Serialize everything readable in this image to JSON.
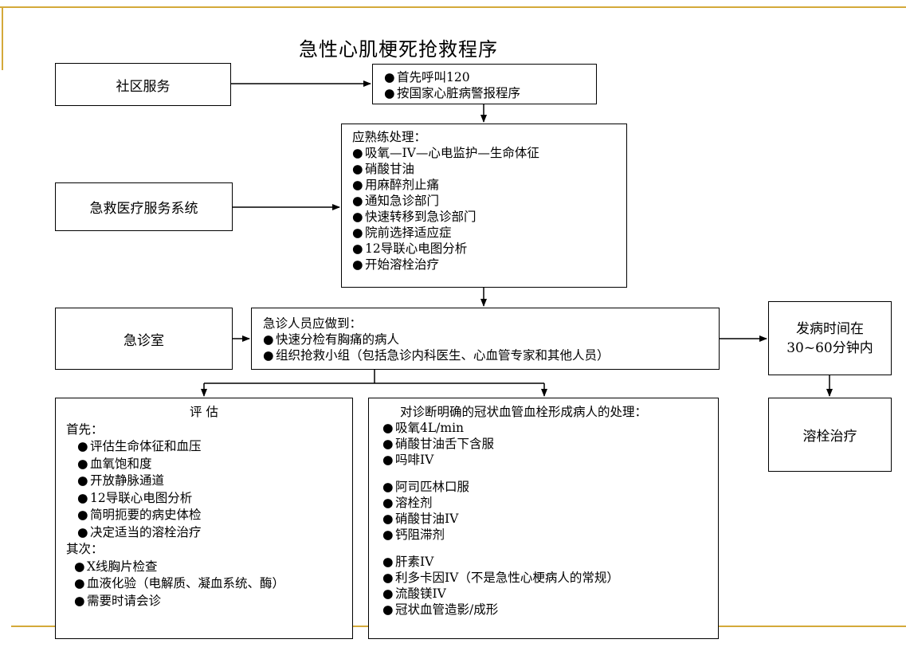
{
  "title": "急性心肌梗死抢救程序",
  "colors": {
    "accent": "#d4a93a",
    "line": "#000000"
  },
  "left_boxes": {
    "community": "社区服务",
    "ems": "急救医疗服务系统",
    "er": "急诊室"
  },
  "call_box": {
    "items": [
      "首先呼叫120",
      "按国家心脏病警报程序"
    ]
  },
  "treatment_box": {
    "heading": "应熟练处理：",
    "items": [
      "吸氧—IV—心电监护—生命体征",
      "硝酸甘油",
      "用麻醉剂止痛",
      "通知急诊部门",
      "快速转移到急诊部门",
      "院前选择适应症",
      "12导联心电图分析",
      "开始溶栓治疗"
    ]
  },
  "er_staff_box": {
    "heading": "急诊人员应做到：",
    "items": [
      "快速分检有胸痛的病人",
      "组织抢救小组（包括急诊内科医生、心血管专家和其他人员）"
    ]
  },
  "onset_box": {
    "line1": "发病时间在",
    "line2": "30~60分钟内"
  },
  "thrombolysis_box": {
    "label": "溶栓治疗"
  },
  "assess_box": {
    "heading": "评 估",
    "first_label": "首先：",
    "first_items": [
      "评估生命体征和血压",
      "血氧饱和度",
      "开放静脉通道",
      "12导联心电图分析",
      "简明扼要的病史体检",
      "决定适当的溶栓治疗"
    ],
    "second_label": "其次：",
    "second_items": [
      "X线胸片检查",
      "血液化验（电解质、凝血系统、酶）",
      "需要时请会诊"
    ]
  },
  "ami_box": {
    "heading": "对诊断明确的冠状血管血栓形成病人的处理：",
    "group1": [
      "吸氧4L/min",
      "硝酸甘油舌下含服",
      "吗啡IV"
    ],
    "group2": [
      "阿司匹林口服",
      "溶栓剂",
      "硝酸甘油IV",
      "钙阻滞剂"
    ],
    "group3": [
      "肝素IV",
      "利多卡因IV（不是急性心梗病人的常规）",
      "流酸镁IV",
      "冠状血管造影/成形"
    ]
  }
}
